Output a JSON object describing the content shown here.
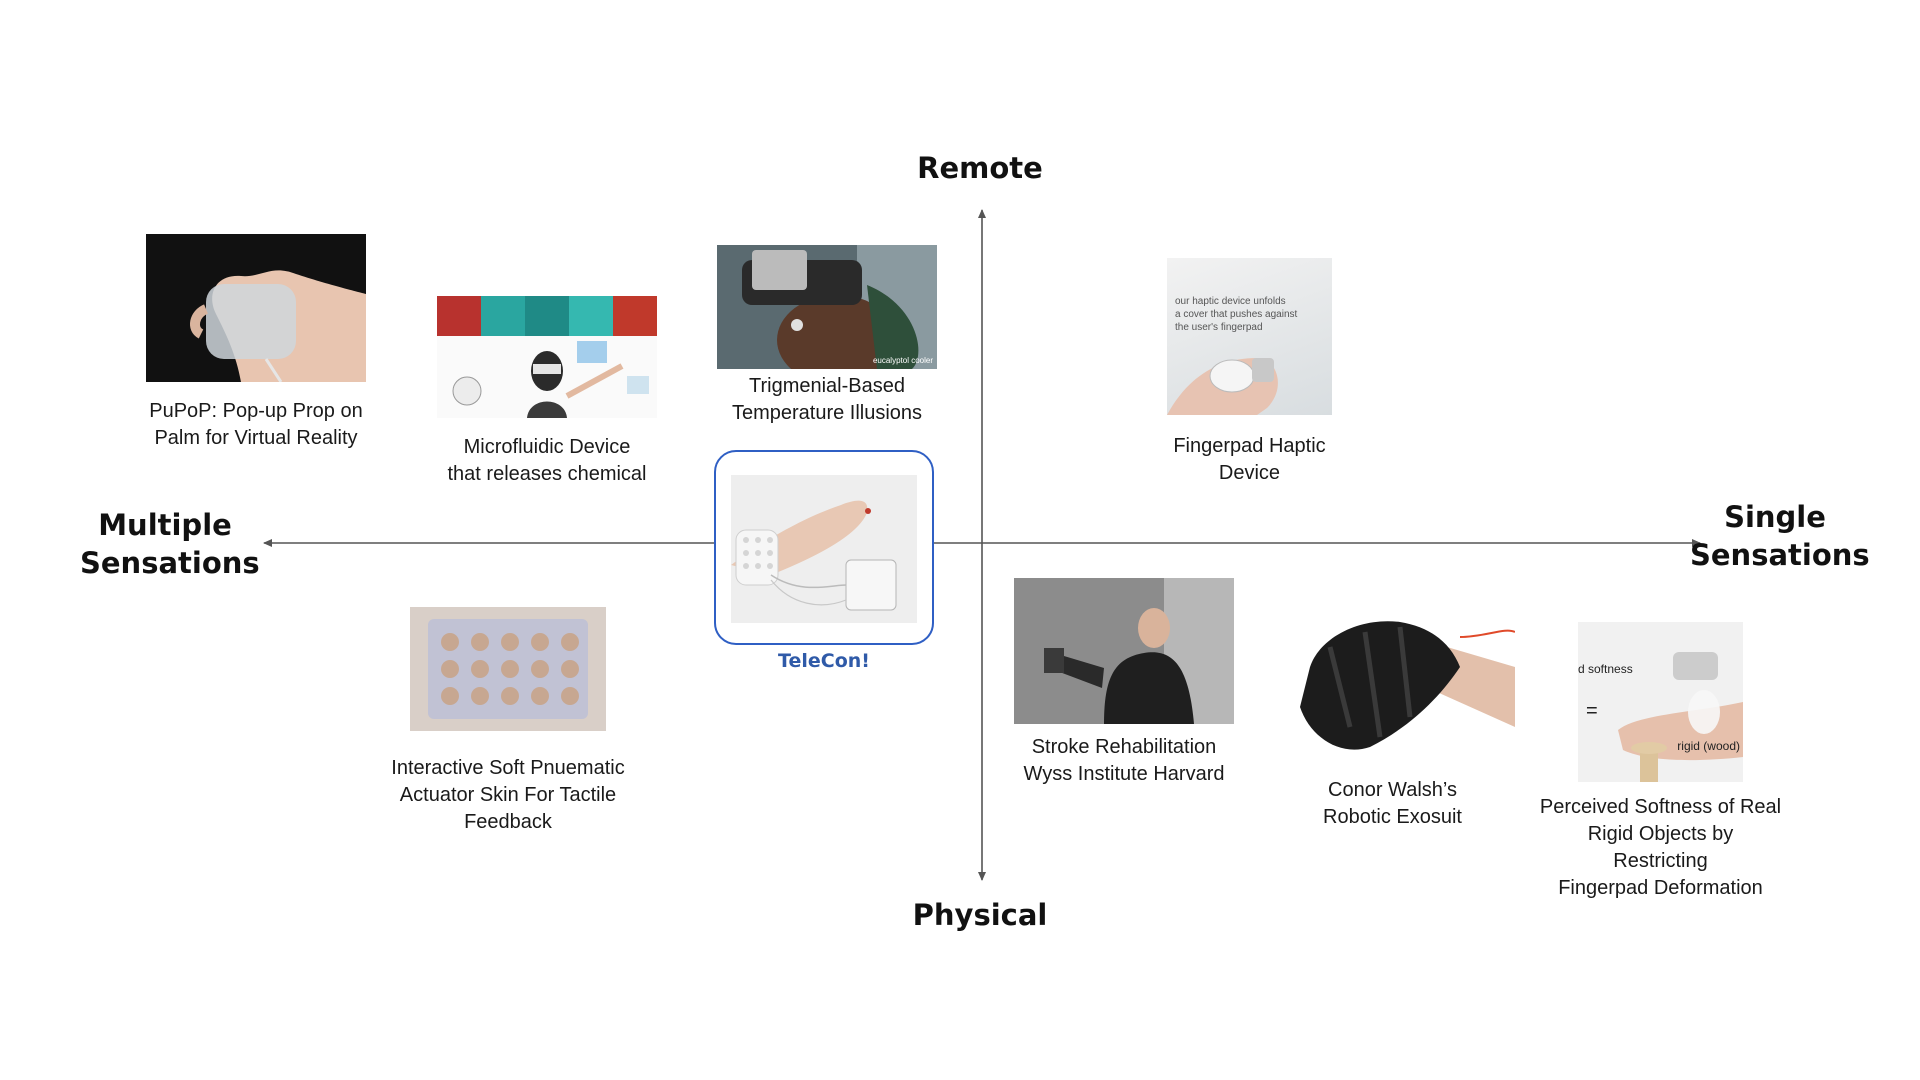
{
  "axes": {
    "top": "Remote",
    "bottom": "Physical",
    "left": "Multiple\nSensations",
    "right": "Single\nSensations"
  },
  "items": [
    {
      "id": "pupop",
      "caption": "PuPoP: Pop-up Prop on\nPalm for Virtual Reality"
    },
    {
      "id": "microfluidic",
      "caption": "Microfluidic Device\nthat releases chemical"
    },
    {
      "id": "trigemenial",
      "caption": "Trigmenial-Based\nTemperature Illusions",
      "image_text": "eucalyptol cooler"
    },
    {
      "id": "fingerpad",
      "caption": "Fingerpad Haptic\nDevice",
      "image_text": [
        "our haptic device unfolds",
        "a cover that pushes against",
        "the user's fingerpad"
      ]
    },
    {
      "id": "telecon",
      "caption": "TeleCon!"
    },
    {
      "id": "pneumatic",
      "caption": "Interactive Soft Pnuematic\nActuator Skin For Tactile\nFeedback"
    },
    {
      "id": "stroke",
      "caption": "Stroke Rehabilitation\nWyss Institute Harvard"
    },
    {
      "id": "exosuit",
      "caption": "Conor Walsh’s\nRobotic Exosuit"
    },
    {
      "id": "softness",
      "caption": "Perceived Softness of Real\nRigid Objects by Restricting\nFingerpad Deformation",
      "image_text": [
        "d softness",
        "=",
        "rigid (wood)"
      ]
    }
  ],
  "colors": {
    "axis": "#555555",
    "highlight": "#2f5fc4",
    "highlight_text": "#2f5aa8"
  }
}
